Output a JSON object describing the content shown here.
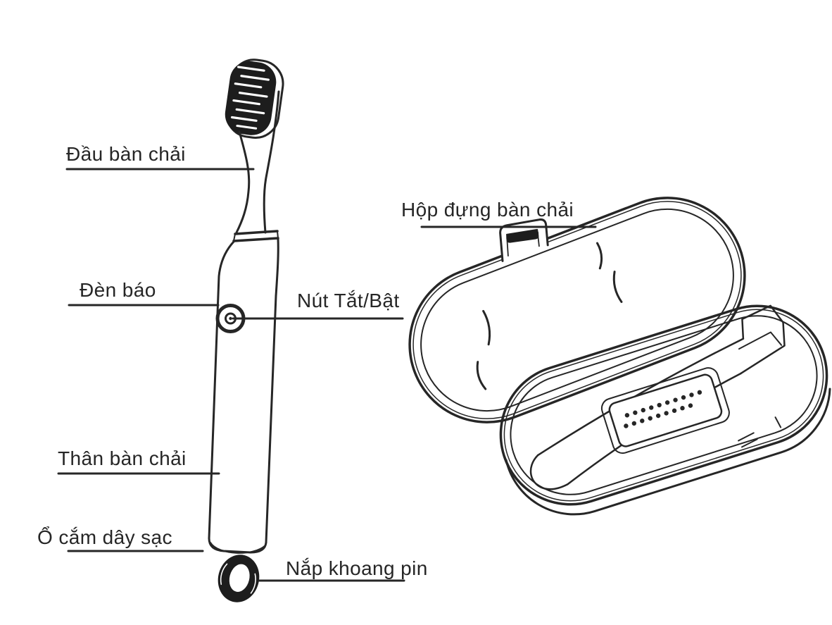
{
  "figure": {
    "description_labels": {
      "brush_head": "Đầu bàn chải",
      "indicator_light": "Đèn báo",
      "power_button": "Nút Tắt/Bật",
      "brush_body": "Thân bàn chải",
      "charging_port": "Ổ cắm dây sạc",
      "battery_cap": "Nắp khoang pin",
      "travel_case": "Hộp đựng bàn chải"
    }
  },
  "colors": {
    "line": "#262626",
    "text": "#262626",
    "bristles": "#1d1d1d",
    "background": "#ffffff"
  }
}
